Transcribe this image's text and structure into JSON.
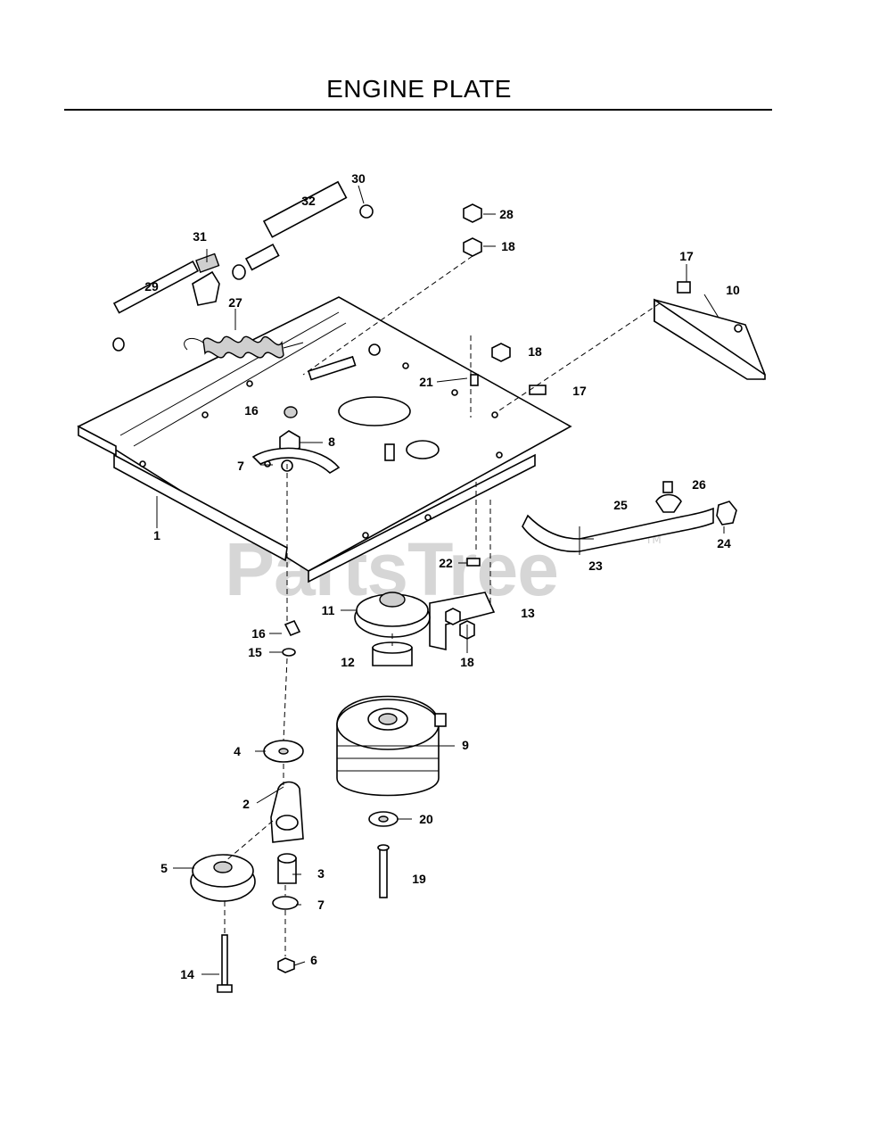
{
  "title": "ENGINE PLATE",
  "watermark": "PartsTree",
  "watermark_mark": "TM",
  "callouts": [
    "1",
    "2",
    "3",
    "4",
    "5",
    "6",
    "7",
    "7",
    "8",
    "9",
    "10",
    "11",
    "12",
    "13",
    "14",
    "15",
    "16",
    "16",
    "17",
    "17",
    "18",
    "18",
    "18",
    "18",
    "19",
    "20",
    "21",
    "22",
    "23",
    "24",
    "25",
    "26",
    "27",
    "28",
    "29",
    "30",
    "31",
    "32"
  ]
}
